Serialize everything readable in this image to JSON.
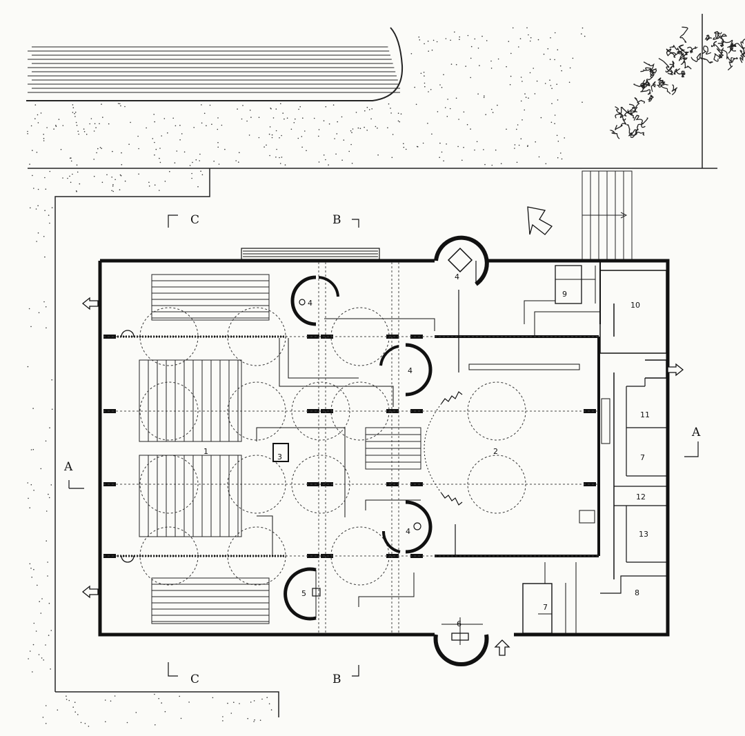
{
  "rooms": {
    "r1": "1",
    "r2": "2",
    "r3": "3",
    "r4a": "4",
    "r4b": "4",
    "r4c": "4",
    "r4d": "4",
    "r5": "5",
    "r6": "6",
    "r7a": "7",
    "r7b": "7",
    "r8": "8",
    "r9": "9",
    "r10": "10",
    "r11": "11",
    "r12": "12",
    "r13": "13"
  },
  "section_marks": {
    "a_left": "A",
    "a_right": "A",
    "b_top": "B",
    "b_bottom": "B",
    "c_top": "C",
    "c_bottom": "C"
  },
  "colors": {
    "ink": "#111111",
    "paper": "#fbfbf8"
  }
}
